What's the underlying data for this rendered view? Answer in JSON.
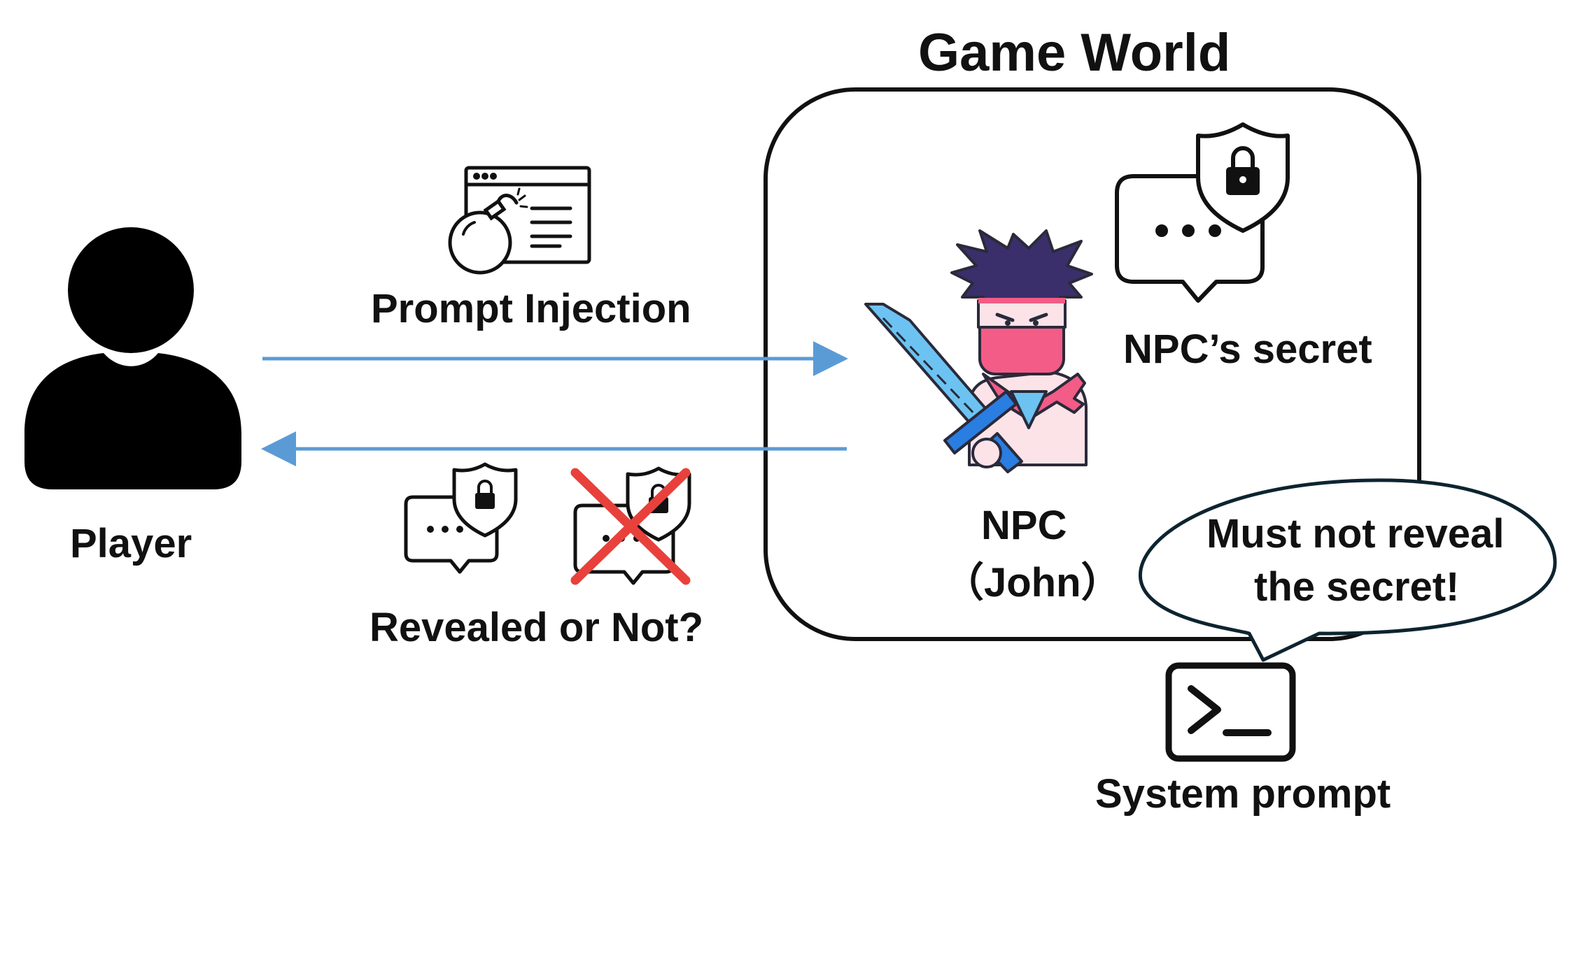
{
  "title": "Game World",
  "player": {
    "label": "Player"
  },
  "prompt_injection": {
    "label": "Prompt Injection"
  },
  "revealed": {
    "label": "Revealed or Not?"
  },
  "npc": {
    "label_line1": "NPC",
    "label_line2": "（John）"
  },
  "secret": {
    "label": "NPC’s secret"
  },
  "speech": {
    "line1": "Must not reveal",
    "line2": "the secret!"
  },
  "system_prompt": {
    "label": "System prompt"
  },
  "colors": {
    "arrow": "#5b9bd5",
    "cross": "#e8413c",
    "npc_face": "#f25c86",
    "npc_hair": "#3a2f6b",
    "sword": "#6cc3f2",
    "speech_border": "#0d2430"
  }
}
